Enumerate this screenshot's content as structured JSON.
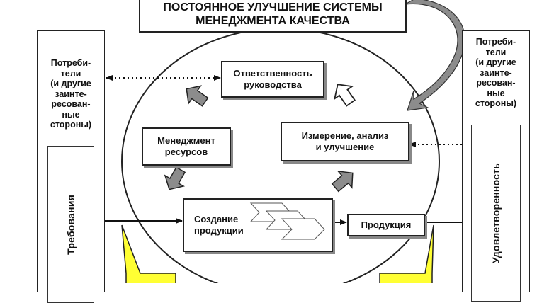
{
  "title": {
    "line1": "ПОСТОЯННОЕ УЛУЧШЕНИЕ СИСТЕМЫ",
    "line2": "МЕНЕДЖМЕНТА КАЧЕСТВА"
  },
  "left_panel": {
    "label_lines": [
      "Потреби-",
      "тели",
      "(и другие",
      "заинте-",
      "ресован-",
      "ные",
      "стороны)"
    ],
    "inner_label": "Требования"
  },
  "right_panel": {
    "label_lines": [
      "Потреби-",
      "тели",
      "(и другие",
      "заинте-",
      "ресован-",
      "ные",
      "стороны)"
    ],
    "inner_label": "Удовлетворенность"
  },
  "processes": {
    "management": {
      "line1": "Ответственность",
      "line2": "руководства"
    },
    "resources": {
      "line1": "Менеджмент",
      "line2": "ресурсов"
    },
    "measurement": {
      "line1": "Измерение, анализ",
      "line2": "и улучшение"
    },
    "creation": {
      "line1": "Создание",
      "line2": "продукции"
    },
    "product": {
      "label": "Продукция"
    }
  },
  "colors": {
    "callout_yellow": "#ffff33",
    "shape_gray": "#8c8c8c",
    "outline": "#222222"
  }
}
